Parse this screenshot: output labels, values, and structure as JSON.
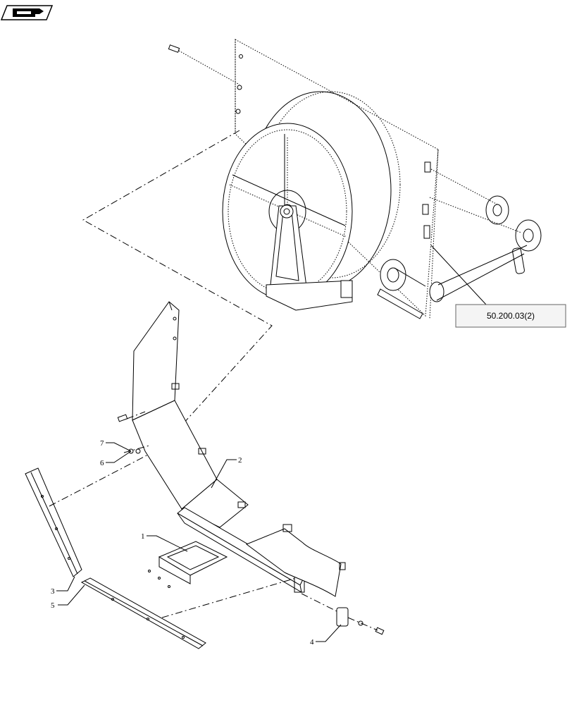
{
  "reference_box": {
    "label": "50.200.03(2)"
  },
  "callouts": [
    {
      "id": "1",
      "label": "1"
    },
    {
      "id": "2",
      "label": "2"
    },
    {
      "id": "3",
      "label": "3"
    },
    {
      "id": "4",
      "label": "4"
    },
    {
      "id": "5",
      "label": "5"
    },
    {
      "id": "6",
      "label": "6"
    },
    {
      "id": "7",
      "label": "7"
    }
  ],
  "icons": {
    "top_left": "back-arrow-icon"
  }
}
